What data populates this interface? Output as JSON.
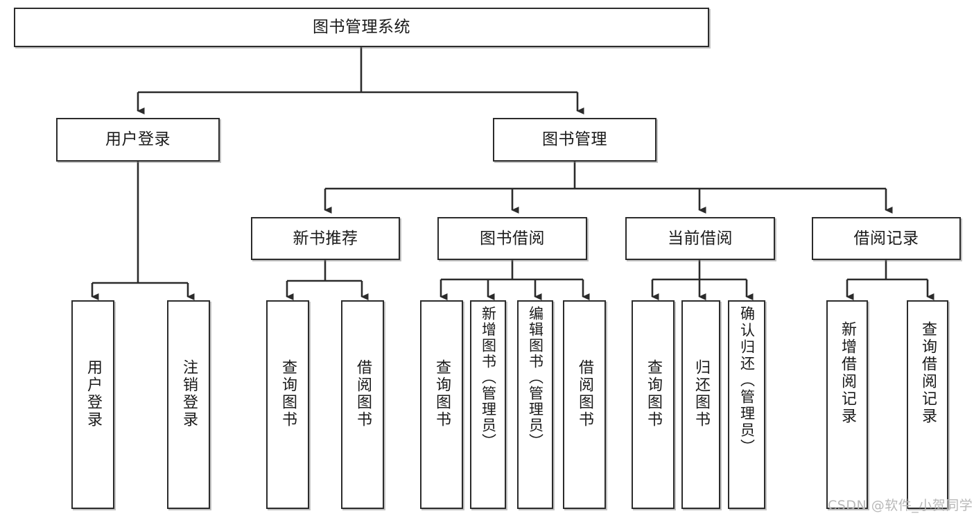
{
  "diagram": {
    "title": "图书管理系统",
    "type": "tree",
    "watermark": "CSDN @软件_小贺同学",
    "colors": {
      "stroke": "#2b2b2b",
      "fill": "#ffffff",
      "text": "#1a1a1a",
      "watermark": "#b8b8b8"
    }
  },
  "nodes": {
    "root": {
      "label": "图书管理系统"
    },
    "level2": [
      {
        "id": "user-login",
        "label": "用户登录"
      },
      {
        "id": "book-manage",
        "label": "图书管理"
      }
    ],
    "level3": [
      {
        "id": "new-book-rec",
        "label": "新书推荐"
      },
      {
        "id": "book-borrow",
        "label": "图书借阅"
      },
      {
        "id": "current-borrow",
        "label": "当前借阅"
      },
      {
        "id": "borrow-record",
        "label": "借阅记录"
      }
    ],
    "leaves": [
      {
        "id": "leaf-user-login",
        "label": "用户登录",
        "parent": "user-login"
      },
      {
        "id": "leaf-user-logout",
        "label": "注销登录",
        "parent": "user-login"
      },
      {
        "id": "leaf-query-book-1",
        "label": "查询图书",
        "parent": "new-book-rec"
      },
      {
        "id": "leaf-borrow-book-1",
        "label": "借阅图书",
        "parent": "new-book-rec"
      },
      {
        "id": "leaf-query-book-2",
        "label": "查询图书",
        "parent": "book-borrow"
      },
      {
        "id": "leaf-add-book",
        "label": "新增图书（管理员）",
        "parent": "book-borrow"
      },
      {
        "id": "leaf-edit-book",
        "label": "编辑图书（管理员）",
        "parent": "book-borrow"
      },
      {
        "id": "leaf-borrow-book-2",
        "label": "借阅图书",
        "parent": "book-borrow"
      },
      {
        "id": "leaf-query-book-3",
        "label": "查询图书",
        "parent": "current-borrow"
      },
      {
        "id": "leaf-return-book",
        "label": "归还图书",
        "parent": "current-borrow"
      },
      {
        "id": "leaf-confirm-return",
        "label": "确认归还（管理员）",
        "parent": "current-borrow"
      },
      {
        "id": "leaf-add-record",
        "label": "新增借阅记录",
        "parent": "borrow-record"
      },
      {
        "id": "leaf-query-record",
        "label": "查询借阅记录",
        "parent": "borrow-record"
      }
    ]
  }
}
